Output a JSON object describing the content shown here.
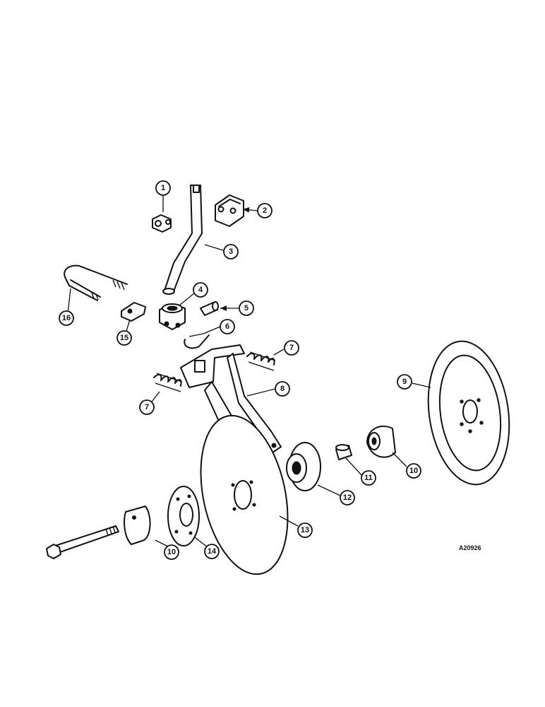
{
  "diagram": {
    "reference_code": "A20926",
    "callouts": [
      "1",
      "2",
      "3",
      "4",
      "5",
      "6",
      "7",
      "7",
      "8",
      "9",
      "10",
      "10",
      "11",
      "12",
      "13",
      "14",
      "15",
      "16"
    ]
  }
}
